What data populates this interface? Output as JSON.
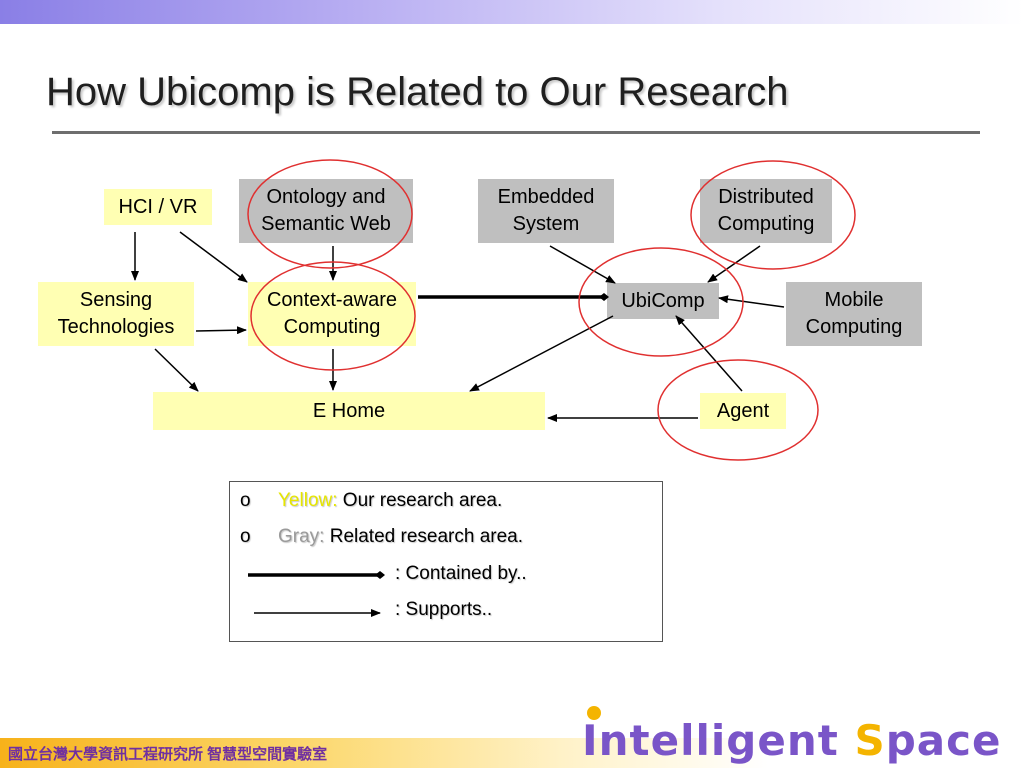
{
  "slide": {
    "title": "How Ubicomp is Related to Our Research"
  },
  "nodes": {
    "hci_vr": "HCI / VR",
    "ontology": "Ontology and\nSemantic Web",
    "embedded": "Embedded\nSystem",
    "distributed": "Distributed\nComputing",
    "sensing": "Sensing\nTechnologies",
    "context": "Context-aware\nComputing",
    "ubicomp": "UbiComp",
    "mobile": "Mobile\nComputing",
    "ehome": "E Home",
    "agent": "Agent"
  },
  "legend": {
    "yellow_keyword": "Yellow:",
    "yellow_text": " Our research area.",
    "gray_keyword": "Gray:",
    "gray_text": " Related research area.",
    "contained_by": ": Contained by..",
    "supports": ": Supports..",
    "bullet": "o"
  },
  "footer": {
    "institution": "國立台灣大學資訊工程研究所 智慧型空間實驗室",
    "logo_part1": "Intelligent ",
    "logo_s": "S",
    "logo_part2": "pace"
  },
  "colors": {
    "yellow_node": "#ffffb3",
    "gray_node": "#bfbfbf",
    "circle": "#e03030",
    "logo_purple": "#7a55c8",
    "logo_orange": "#f4b400"
  }
}
